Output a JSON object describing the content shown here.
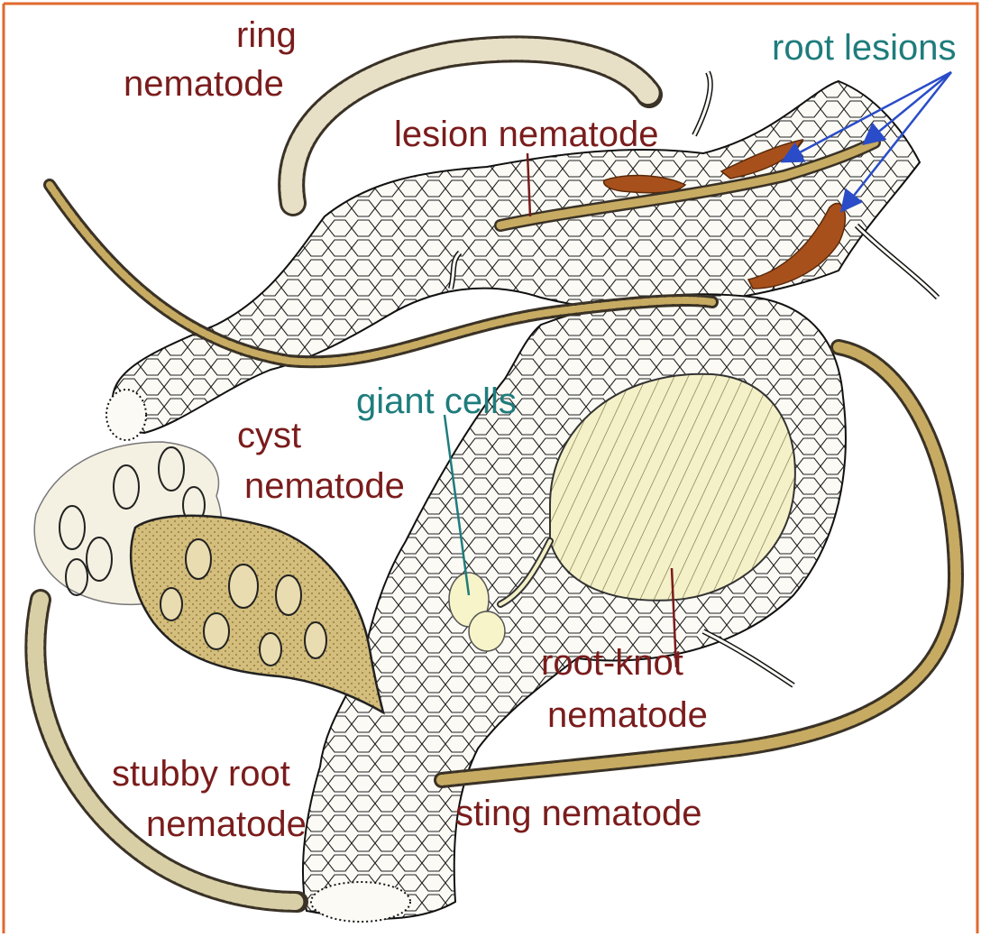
{
  "colors": {
    "frame": "#e06a2c",
    "label_red": "#7a1c1c",
    "label_teal": "#1f7c7c",
    "arrow_blue": "#2a4cc8",
    "tissue_fill": "#fbfaf5",
    "nematode_tan": "#c7ab62",
    "nematode_dark": "#3a3226",
    "cyst_fill": "#d3be7d",
    "knot_fill": "#f3f0c6",
    "lesion_brown": "#a8501c"
  },
  "labels": {
    "ring": [
      "ring",
      "nematode"
    ],
    "lesion": "lesion nematode",
    "root_lesions": "root lesions",
    "giant_cells": "giant cells",
    "cyst": [
      "cyst",
      "nematode"
    ],
    "root_knot": [
      "root-knot",
      "nematode"
    ],
    "stubby": [
      "stubby root",
      "nematode"
    ],
    "sting": "sting nematode"
  }
}
